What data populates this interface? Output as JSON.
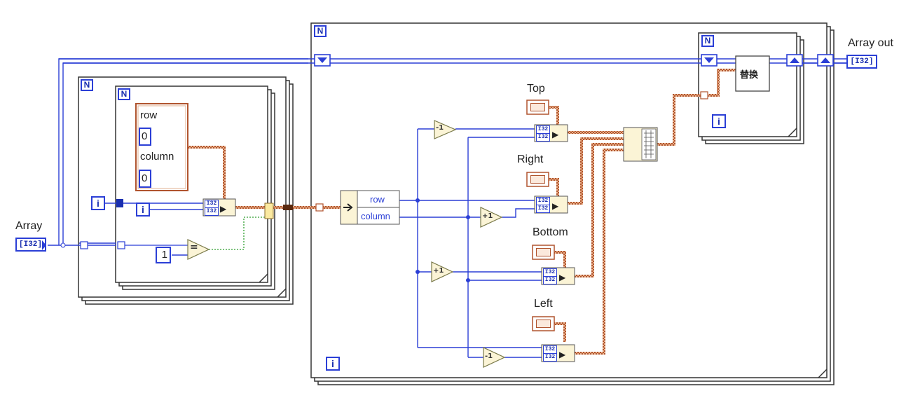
{
  "labels": {
    "array_in": "Array",
    "array_out": "Array out",
    "top": "Top",
    "right": "Right",
    "bottom": "Bottom",
    "left": "Left"
  },
  "terminals": {
    "type_i32": "I32",
    "array_in_type": "[I32]",
    "array_out_type": "[I32]",
    "loop_count": "N",
    "loop_index": "i"
  },
  "cluster_constant": {
    "row_label": "row",
    "row_value": "0",
    "column_label": "column",
    "column_value": "0"
  },
  "unbundle": {
    "row": "row",
    "column": "column"
  },
  "constants": {
    "one": "1"
  },
  "operators": {
    "equal": "=",
    "decrement": "-1",
    "increment": "+1"
  },
  "subvi": {
    "replace": "替换"
  },
  "colors": {
    "int_wire": "#2b3fd6",
    "cluster_wire": "#b0542e",
    "bool_wire": "#2e9e2e",
    "node_fill": "#fbf4d6",
    "node_stroke": "#8a8a5a"
  }
}
